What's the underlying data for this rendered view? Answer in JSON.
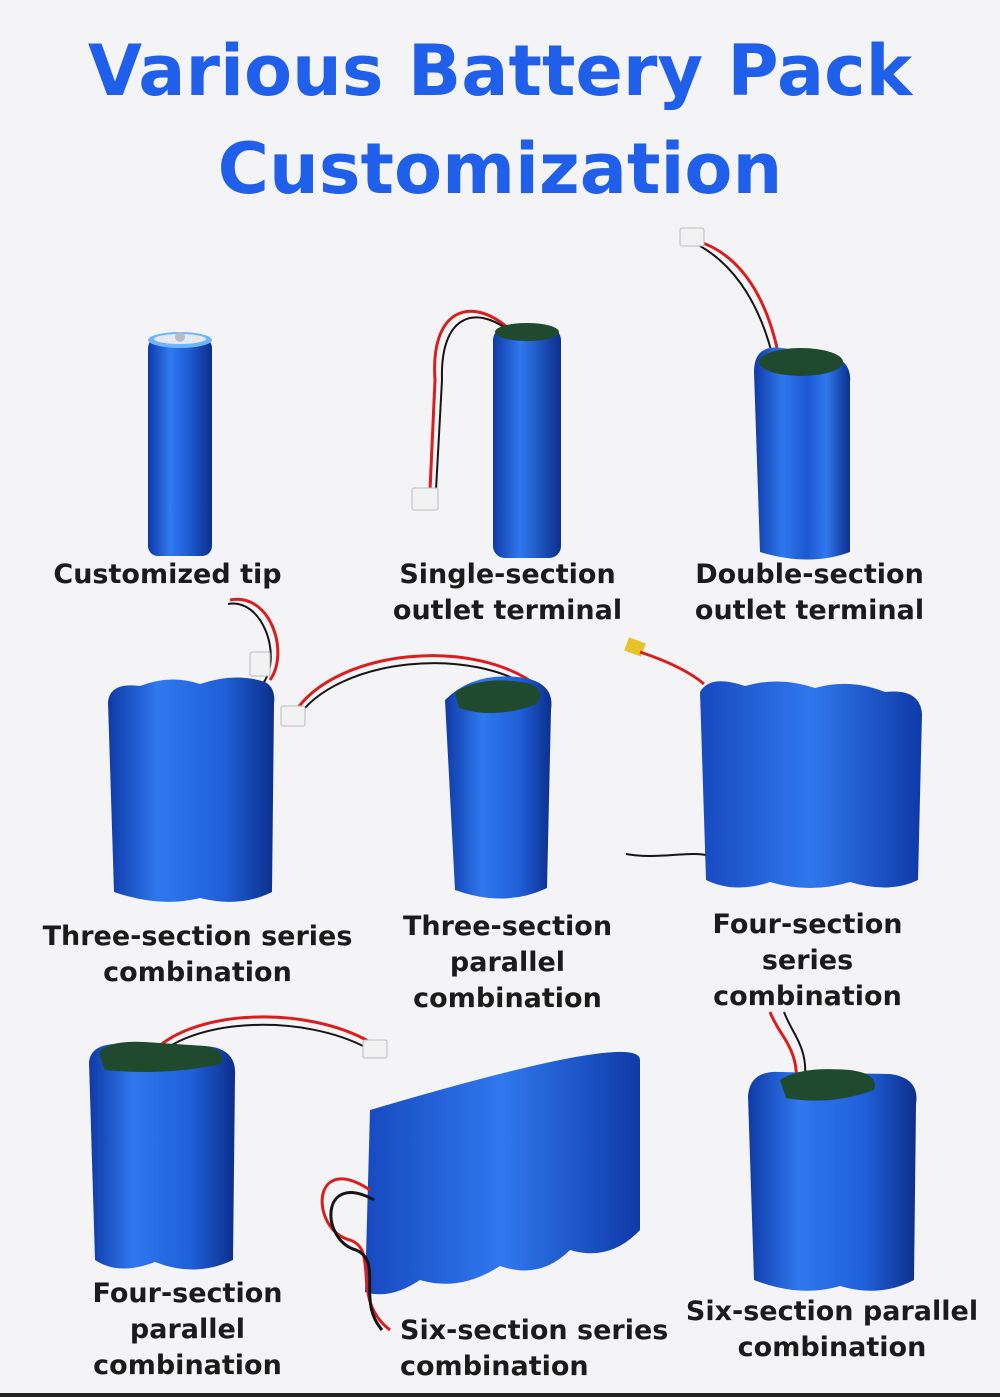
{
  "title": {
    "line1": "Various Battery Pack",
    "line2": "Customization",
    "color": "#1f5fea"
  },
  "colors": {
    "battery_blue": "#1f5fd8",
    "battery_dark": "#0f3aa8",
    "insulator_green": "#1f4a2e",
    "wire_red": "#d81e1e",
    "wire_black": "#151515"
  },
  "products": [
    {
      "icon": "cylindrical-cell-icon",
      "lines": [
        "Customized tip"
      ]
    },
    {
      "icon": "single-cell-pack-icon",
      "lines": [
        "Single-section",
        "outlet terminal"
      ]
    },
    {
      "icon": "double-cell-pack-icon",
      "lines": [
        "Double-section",
        "outlet terminal"
      ]
    },
    {
      "icon": "three-cell-series-pack-icon",
      "lines": [
        "Three-section series",
        "combination"
      ]
    },
    {
      "icon": "three-cell-parallel-pack-icon",
      "lines": [
        "Three-section",
        "parallel",
        "combination"
      ]
    },
    {
      "icon": "four-cell-series-pack-icon",
      "lines": [
        "Four-section",
        "series",
        "combination"
      ]
    },
    {
      "icon": "four-cell-parallel-pack-icon",
      "lines": [
        "Four-section",
        "parallel",
        "combination"
      ]
    },
    {
      "icon": "six-cell-series-pack-icon",
      "lines": [
        "Six-section series",
        "combination"
      ]
    },
    {
      "icon": "six-cell-parallel-pack-icon",
      "lines": [
        "Six-section parallel",
        "combination"
      ]
    }
  ]
}
